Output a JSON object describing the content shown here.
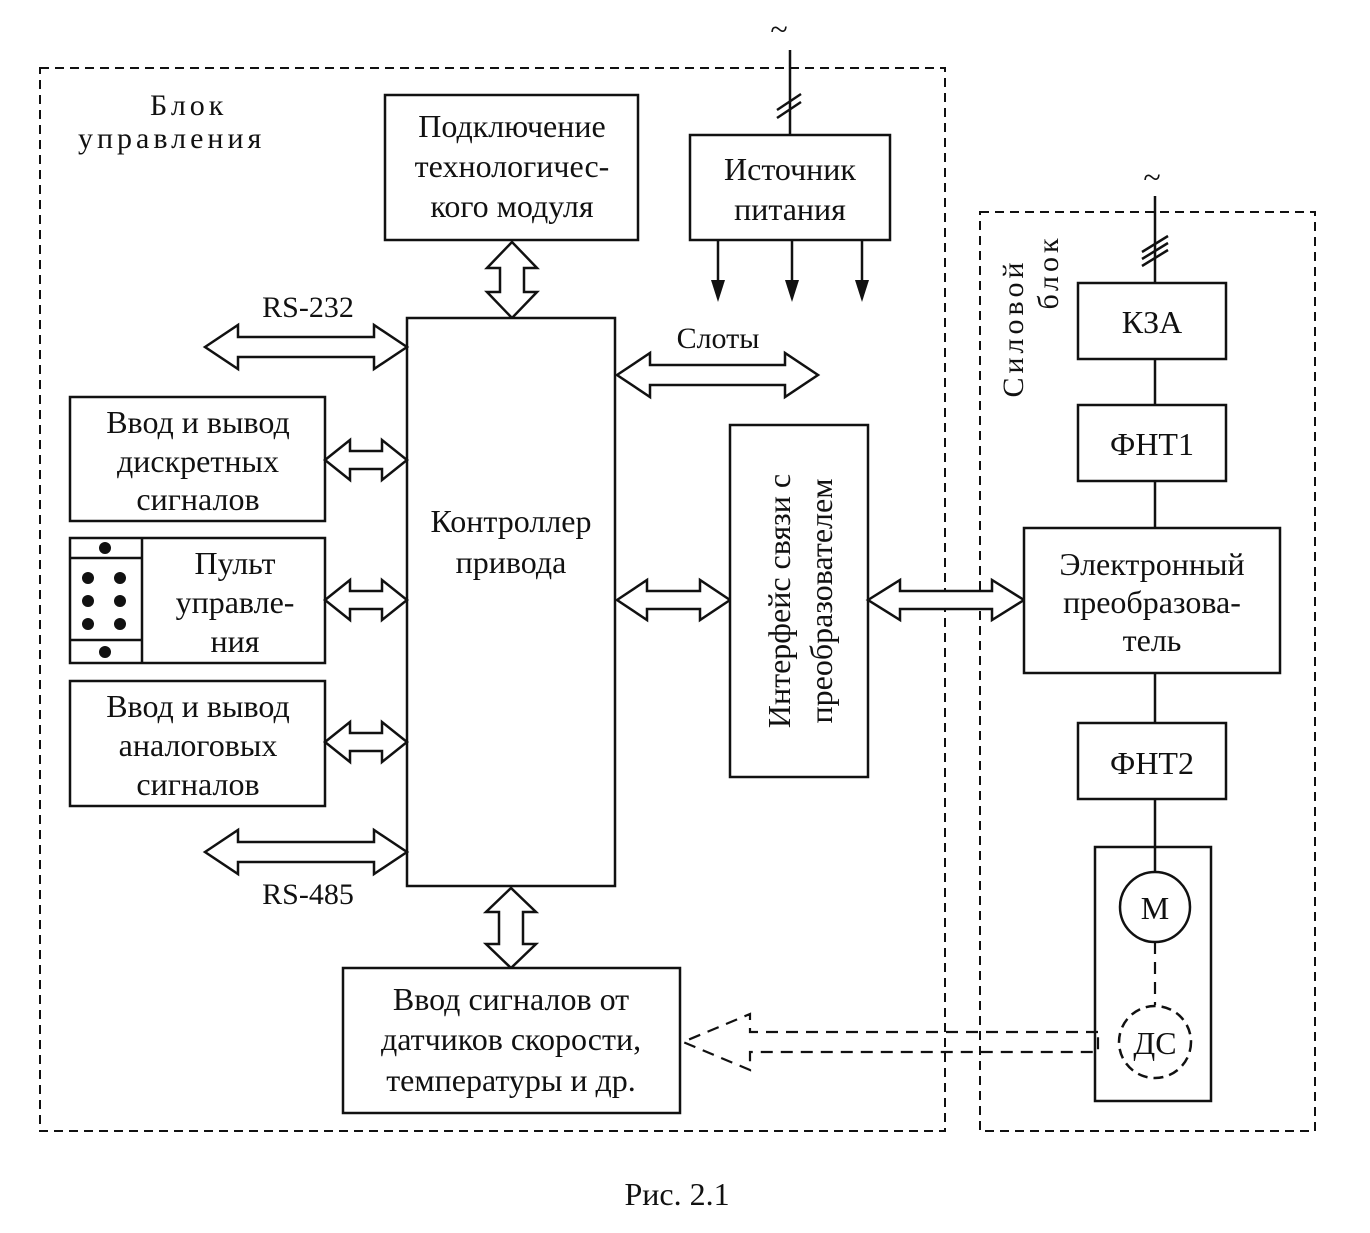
{
  "control_block": {
    "title_lines": [
      "Блок",
      "управления"
    ],
    "tech_module_lines": [
      "Подключение",
      "технологичес-",
      "кого модуля"
    ],
    "power_source_lines": [
      "Источник",
      "питания"
    ],
    "ac_symbol": "~",
    "rs232_label": "RS-232",
    "rs485_label": "RS-485",
    "slots_label": "Слоты",
    "discrete_io_lines": [
      "Ввод и вывод",
      "дискретных",
      "сигналов"
    ],
    "panel_lines": [
      "Пульт",
      "управле-",
      "ния"
    ],
    "analog_io_lines": [
      "Ввод и вывод",
      "аналоговых",
      "сигналов"
    ],
    "controller_lines": [
      "Контроллер",
      "привода"
    ],
    "interface_lines": [
      "Интерфейс связи с",
      "преобразователем"
    ],
    "sensor_input_lines": [
      "Ввод сигналов от",
      "датчиков скорости,",
      "температуры и др."
    ]
  },
  "power_block": {
    "title_lines": [
      "Силовой",
      "блок"
    ],
    "ac_symbol": "~",
    "kza_label": "КЗА",
    "fnt1_label": "ФНТ1",
    "converter_lines": [
      "Электронный",
      "преобразова-",
      "тель"
    ],
    "fnt2_label": "ФНТ2",
    "motor_label": "М",
    "sensor_label": "ДС"
  },
  "caption": "Рис. 2.1"
}
